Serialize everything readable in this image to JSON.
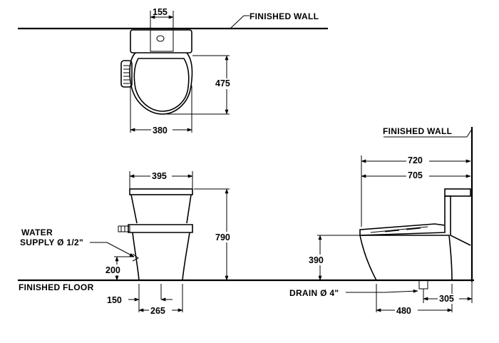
{
  "labels": {
    "finished_wall_top": "FINISHED  WALL",
    "finished_wall_side": "FINISHED  WALL",
    "finished_floor": "FINISHED  FLOOR",
    "water_supply_line1": "WATER",
    "water_supply_line2": "SUPPLY Ø 1/2\"",
    "drain": "DRAIN Ø 4\""
  },
  "dimensions": {
    "top_width_155": "155",
    "top_depth_475": "475",
    "top_width_380": "380",
    "front_width_395": "395",
    "front_height_790": "790",
    "front_supply_height_200": "200",
    "front_offset_150": "150",
    "front_base_265": "265",
    "side_depth_720": "720",
    "side_depth_705": "705",
    "side_seat_height_390": "390",
    "side_base_480": "480",
    "side_rough_in_305": "305"
  }
}
